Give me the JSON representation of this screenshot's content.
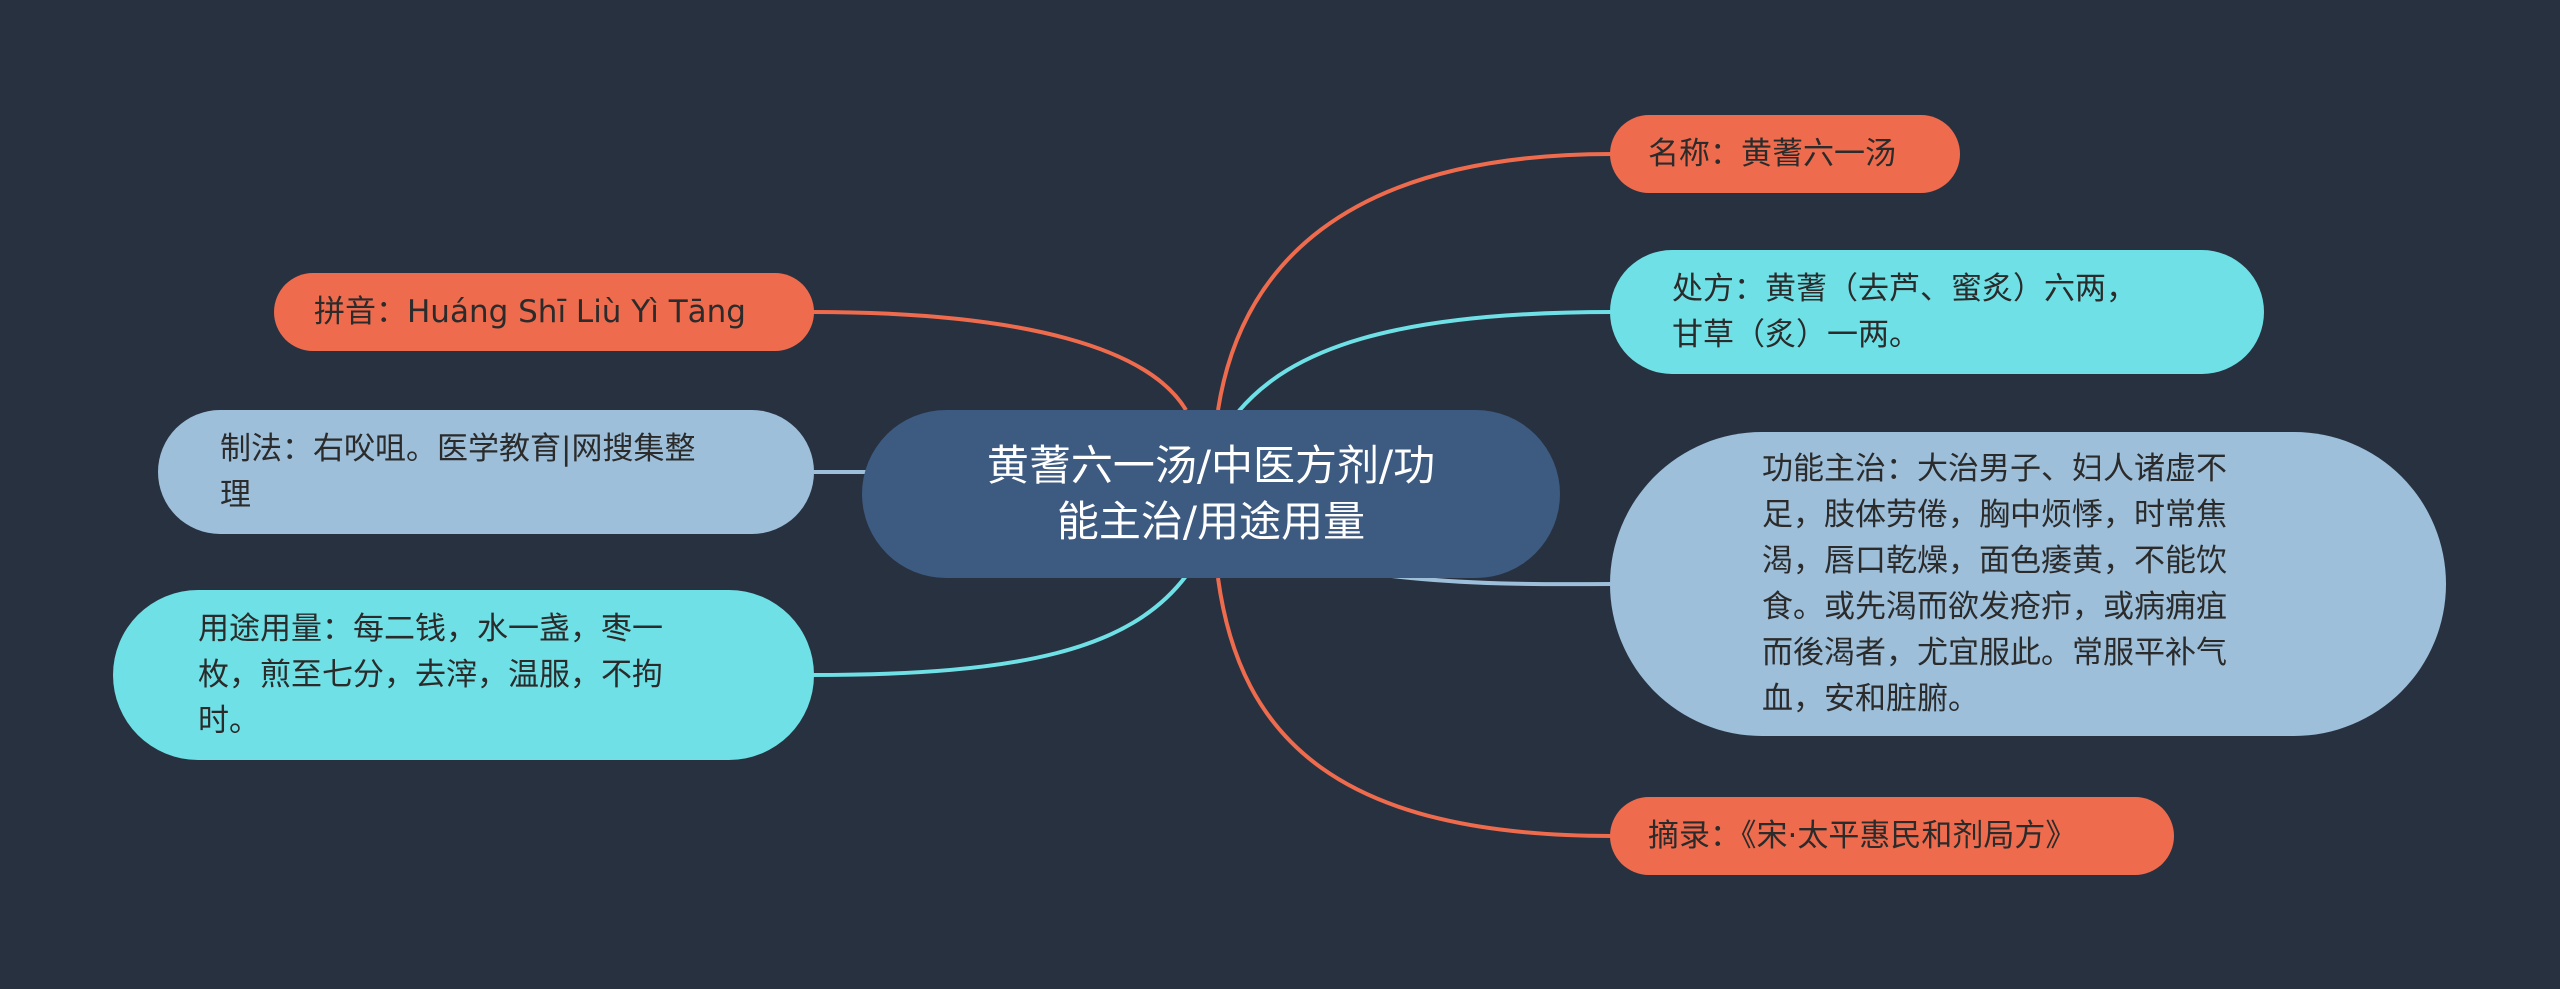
{
  "colors": {
    "background": "#283140",
    "center_fill": "#3d5a80",
    "orange": "#ee6b4d",
    "cyan": "#6ee0e6",
    "light_blue": "#9dbfda"
  },
  "center": {
    "text": "黄蓍六一汤/中医方剂/功\n能主治/用途用量"
  },
  "branches": {
    "name": {
      "text": "名称：黄蓍六一汤",
      "color": "orange",
      "side": "right"
    },
    "prescription": {
      "text": "处方：黄蓍（去芦、蜜炙）六两，\n甘草（炙）一两。",
      "color": "cyan",
      "side": "right"
    },
    "indications": {
      "text": "功能主治：大治男子、妇人诸虚不\n足，肢体劳倦，胸中烦悸，时常焦\n渴，唇口乾燥，面色痿黄，不能饮\n食。或先渴而欲发疮疖，或病痈疽\n而後渴者，尤宜服此。常服平补气\n血，安和脏腑。",
      "color": "light_blue",
      "side": "right"
    },
    "excerpt": {
      "text": "摘录：《宋·太平惠民和剂局方》",
      "color": "orange",
      "side": "right"
    },
    "pinyin": {
      "text": "拼音：Huáng Shī Liù Yì Tāng",
      "color": "orange",
      "side": "left"
    },
    "preparation": {
      "text": "制法：右㕮咀。医学教育|网搜集整\n理",
      "color": "light_blue",
      "side": "left"
    },
    "usage": {
      "text": "用途用量：每二钱，水一盏，枣一\n枚，煎至七分，去滓，温服，不拘\n时。",
      "color": "cyan",
      "side": "left"
    }
  }
}
